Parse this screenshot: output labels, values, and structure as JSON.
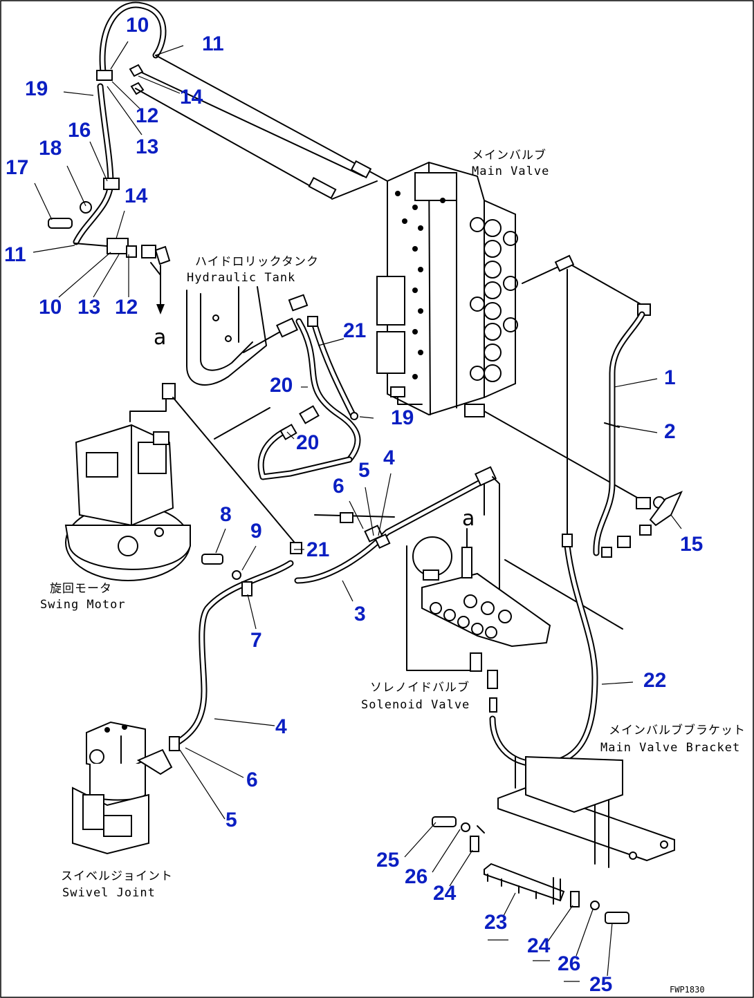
{
  "components": {
    "main_valve": {
      "jp": "メインバルブ",
      "en": "Main Valve"
    },
    "hydraulic_tank": {
      "jp": "ハイドロリックタンク",
      "en": "Hydraulic Tank"
    },
    "swing_motor": {
      "jp": "旋回モータ",
      "en": "Swing Motor"
    },
    "solenoid_valve": {
      "jp": "ソレノイドバルブ",
      "en": "Solenoid Valve"
    },
    "main_valve_bracket": {
      "jp": "メインバルブブラケット",
      "en": "Main Valve Bracket"
    },
    "swivel_joint": {
      "jp": "スイベルジョイント",
      "en": "Swivel Joint"
    }
  },
  "connection_marks": [
    "a",
    "a"
  ],
  "drawing_code": "FWP1830",
  "callouts": [
    {
      "id": "c10a",
      "text": "10"
    },
    {
      "id": "c11a",
      "text": "11"
    },
    {
      "id": "c19a",
      "text": "19"
    },
    {
      "id": "c14a",
      "text": "14"
    },
    {
      "id": "c12a",
      "text": "12"
    },
    {
      "id": "c13a",
      "text": "13"
    },
    {
      "id": "c16",
      "text": "16"
    },
    {
      "id": "c18",
      "text": "18"
    },
    {
      "id": "c17",
      "text": "17"
    },
    {
      "id": "c14b",
      "text": "14"
    },
    {
      "id": "c11b",
      "text": "11"
    },
    {
      "id": "c10b",
      "text": "10"
    },
    {
      "id": "c13b",
      "text": "13"
    },
    {
      "id": "c12b",
      "text": "12"
    },
    {
      "id": "c21a",
      "text": "21"
    },
    {
      "id": "c20a",
      "text": "20"
    },
    {
      "id": "c19b",
      "text": "19"
    },
    {
      "id": "c20b",
      "text": "20"
    },
    {
      "id": "c1",
      "text": "1"
    },
    {
      "id": "c2",
      "text": "2"
    },
    {
      "id": "c4a",
      "text": "4"
    },
    {
      "id": "c5a",
      "text": "5"
    },
    {
      "id": "c6a",
      "text": "6"
    },
    {
      "id": "c8",
      "text": "8"
    },
    {
      "id": "c9",
      "text": "9"
    },
    {
      "id": "c21b",
      "text": "21"
    },
    {
      "id": "c15",
      "text": "15"
    },
    {
      "id": "c3",
      "text": "3"
    },
    {
      "id": "c7",
      "text": "7"
    },
    {
      "id": "c22",
      "text": "22"
    },
    {
      "id": "c4b",
      "text": "4"
    },
    {
      "id": "c6b",
      "text": "6"
    },
    {
      "id": "c5b",
      "text": "5"
    },
    {
      "id": "c25a",
      "text": "25"
    },
    {
      "id": "c26a",
      "text": "26"
    },
    {
      "id": "c24a",
      "text": "24"
    },
    {
      "id": "c23",
      "text": "23"
    },
    {
      "id": "c24b",
      "text": "24"
    },
    {
      "id": "c26b",
      "text": "26"
    },
    {
      "id": "c25b",
      "text": "25"
    }
  ]
}
